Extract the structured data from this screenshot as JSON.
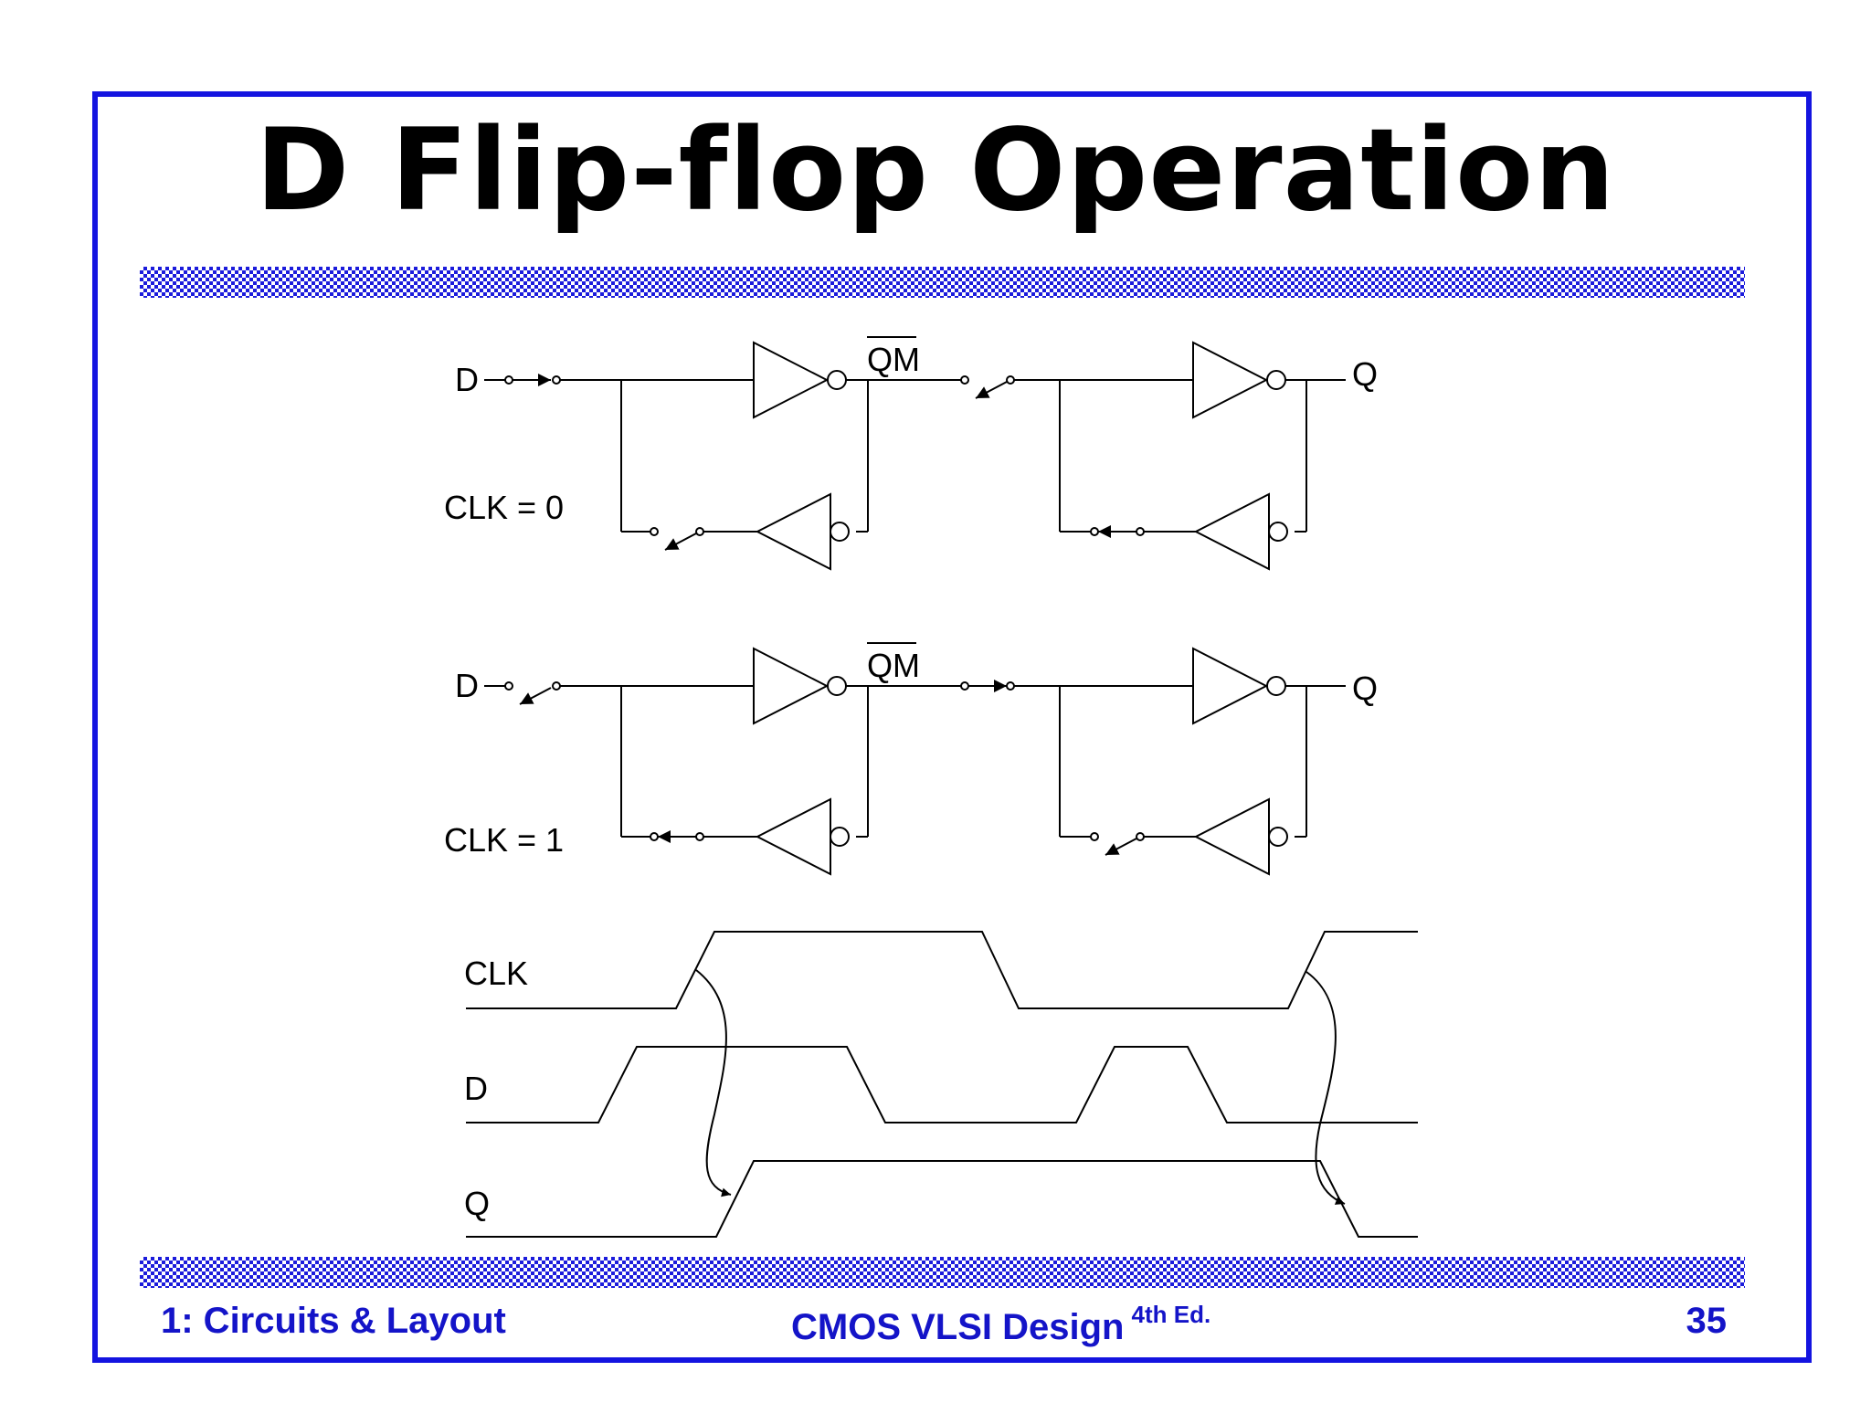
{
  "slide": {
    "title": "D Flip-flop Operation",
    "accent_color": "#1414e0",
    "footer": {
      "left": "1: Circuits & Layout",
      "center": "CMOS VLSI Design",
      "center_sup": "4th Ed.",
      "right": "35"
    }
  },
  "diagram": {
    "circuit_clk0": {
      "d": "D",
      "qm": "QM",
      "q": "Q",
      "clk": "CLK = 0"
    },
    "circuit_clk1": {
      "d": "D",
      "qm": "QM",
      "q": "Q",
      "clk": "CLK = 1"
    },
    "timing": {
      "clk": "CLK",
      "d": "D",
      "q": "Q"
    }
  }
}
